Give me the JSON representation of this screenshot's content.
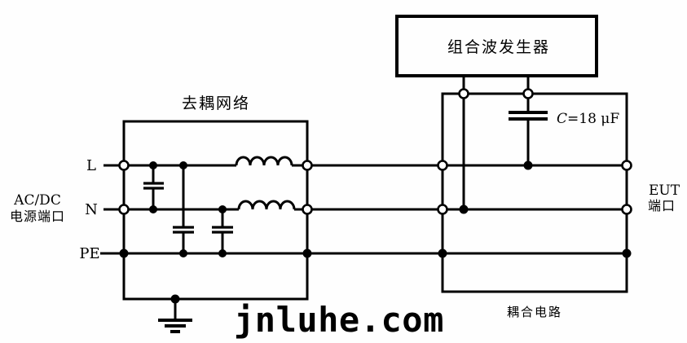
{
  "diagram": {
    "generator": {
      "label": "组合波发生器"
    },
    "decoupling_network": {
      "label": "去耦网络"
    },
    "coupling_circuit": {
      "label": "耦合电路"
    },
    "capacitor": {
      "symbol": "C",
      "value": "=18 μF",
      "full_label": "C=18 μF"
    },
    "left_port": {
      "line1": "AC/DC",
      "line2": "电源端口"
    },
    "right_port": {
      "line1": "EUT",
      "line2": "端口"
    },
    "conductors": {
      "l": "L",
      "n": "N",
      "pe": "PE"
    },
    "watermark": "jnluhe.com",
    "colors": {
      "line": "#000000",
      "background": "#fefefe",
      "coupling_label": "#3d3d3d"
    }
  }
}
